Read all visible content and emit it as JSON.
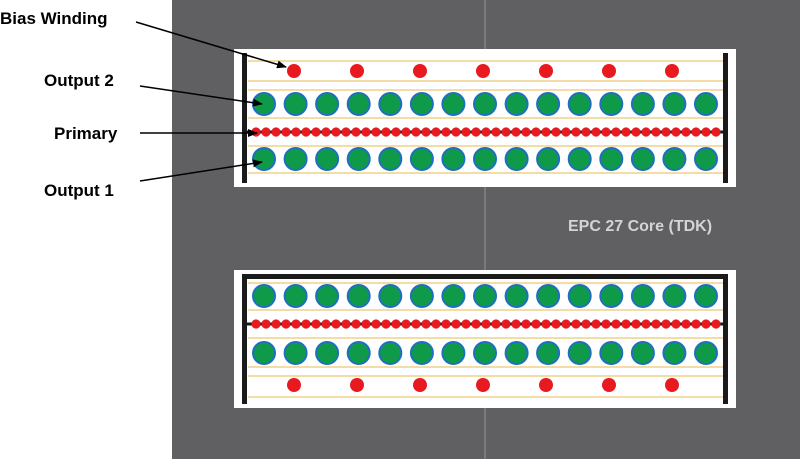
{
  "callouts": {
    "bias": "Bias Winding",
    "output2": "Output 2",
    "primary": "Primary",
    "output1": "Output 1"
  },
  "core_label": "EPC 27 Core (TDK)",
  "colors": {
    "core": "#606062",
    "window": "#ffffff",
    "tape": "#f3dca6",
    "bobbin": "#1a1a1a",
    "bias_conductor": "#e8191f",
    "primary_conductor": "#e8191f",
    "secondary_fill": "#0f9a4a",
    "secondary_ring": "#1f6fc0"
  },
  "windings": {
    "bias_turns": 7,
    "secondary_turns": 15,
    "primary_turns": 47
  }
}
